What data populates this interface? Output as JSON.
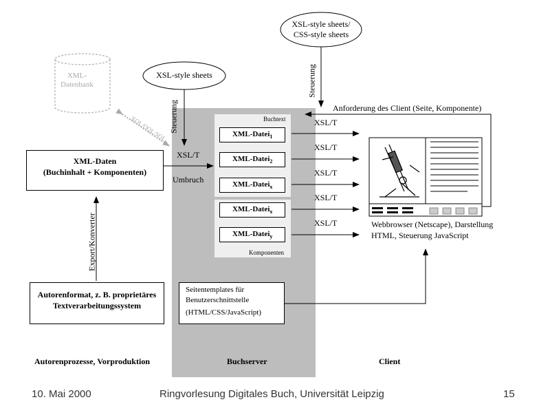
{
  "diagram": {
    "storage": {
      "label_line1": "XML-",
      "label_line2": "Datenbank"
    },
    "db_link_label": "XQL/OQL/SQL",
    "stylesheets_left": "XSL-style sheets",
    "stylesheets_top_line1": "XSL-style sheets/",
    "stylesheets_top_line2": "CSS-style sheets",
    "steuerung_label": "Steuerung",
    "request_label": "Anforderung des Client (Seite, Komponente)",
    "xml_data": {
      "line1": "XML-Daten",
      "line2": "(Buchinhalt + Komponenten)"
    },
    "xslt_label": "XSL/T",
    "umbruch_label": "Umbruch",
    "export_label": "Export/Konverter",
    "author_format": {
      "line1": "Autorenformat, z. B. proprietäres",
      "line2": "Textverarbeitungssystem"
    },
    "buchtext_label": "Buchtext",
    "komponenten_label": "Komponenten",
    "files": [
      {
        "name": "XML-Datei",
        "sub": "1"
      },
      {
        "name": "XML-Datei",
        "sub": "2"
      },
      {
        "name": "XML-Datei",
        "sub": "x"
      },
      {
        "name": "XML-Datei",
        "sub": "x"
      },
      {
        "name": "XML-Datei",
        "sub": "y"
      }
    ],
    "arrow_labels": [
      "XSL/T",
      "XSL/T",
      "XSL/T",
      "XSL/T",
      "XSL/T"
    ],
    "templates": {
      "line1": "Seitentemplates für",
      "line2": "Benutzerschnittstelle",
      "line3": "(HTML/CSS/JavaScript)"
    },
    "browser": {
      "line1": "Webbrowser (Netscape), Darstellung",
      "line2": "HTML, Steuerung JavaScript"
    },
    "sections": {
      "left": "Autorenprozesse, Vorproduktion",
      "middle": "Buchserver",
      "right": "Client"
    }
  },
  "footer": {
    "date": "10. Mai 2000",
    "title": "Ringvorlesung Digitales Buch, Universität Leipzig",
    "page": "15"
  }
}
